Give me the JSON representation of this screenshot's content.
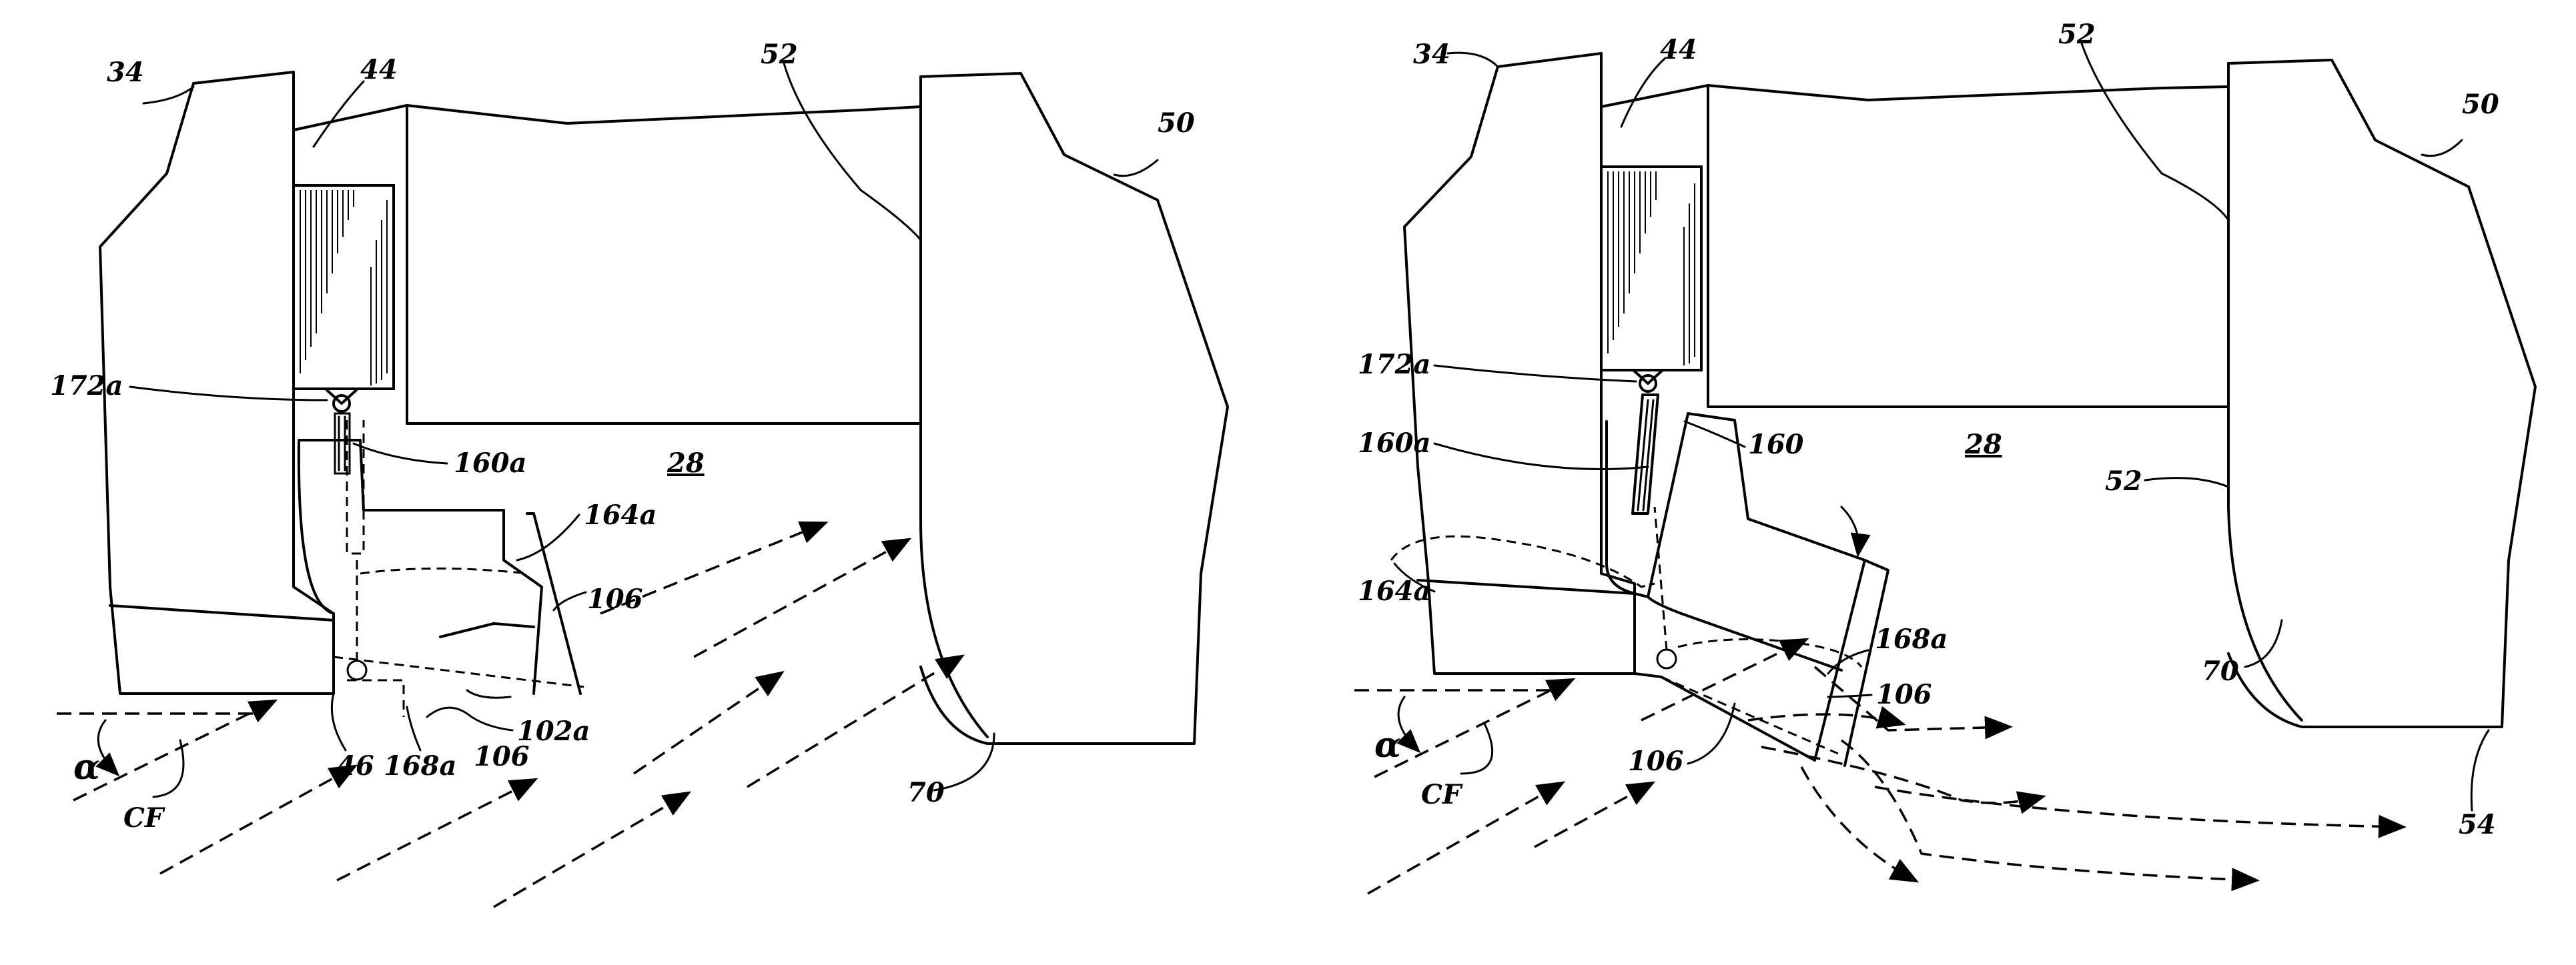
{
  "figure_left": {
    "labels": {
      "l34": "34",
      "l44": "44",
      "l52": "52",
      "l50": "50",
      "l172a": "172a",
      "l160a": "160a",
      "l28": "28",
      "l164a": "164a",
      "l106a": "106",
      "l106b": "106",
      "l102a": "102a",
      "l46": "46",
      "l168a": "168a",
      "l70": "70",
      "lalpha": "α",
      "lCF": "CF"
    }
  },
  "figure_right": {
    "labels": {
      "l34": "34",
      "l44": "44",
      "l52a": "52",
      "l50": "50",
      "l172a": "172a",
      "l160a": "160a",
      "l160": "160",
      "l28": "28",
      "l52b": "52",
      "l164a": "164a",
      "l168a": "168a",
      "l106a": "106",
      "l106b": "106",
      "l70": "70",
      "l54": "54",
      "lalpha": "α",
      "lCF": "CF"
    }
  }
}
